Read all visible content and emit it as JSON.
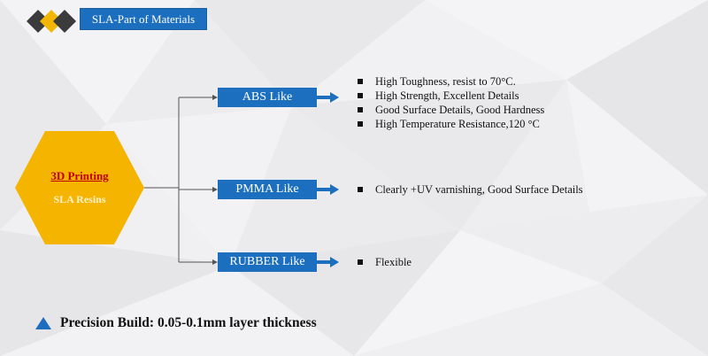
{
  "header": {
    "title": "SLA-Part of Materials",
    "logo_colors": [
      "#3b3b3b",
      "#f2b705",
      "#3b3b3b"
    ]
  },
  "center_node": {
    "title": "3D Printing",
    "subtitle": "SLA Resins",
    "fill_color": "#f5b400"
  },
  "materials": [
    {
      "name": "ABS Like",
      "features": [
        "High Toughness, resist to 70°C.",
        "High Strength, Excellent Details",
        "Good Surface Details, Good Hardness",
        "High Temperature Resistance,120 °C"
      ]
    },
    {
      "name": "PMMA Like",
      "features": [
        "Clearly +UV varnishing, Good Surface Details"
      ]
    },
    {
      "name": "RUBBER Like",
      "features": [
        "Flexible"
      ]
    }
  ],
  "footer": {
    "text": "Precision Build: 0.05-0.1mm layer thickness"
  },
  "colors": {
    "accent_blue": "#1c6fbf",
    "hexagon_yellow": "#f5b400",
    "connector_gray": "#555555"
  }
}
